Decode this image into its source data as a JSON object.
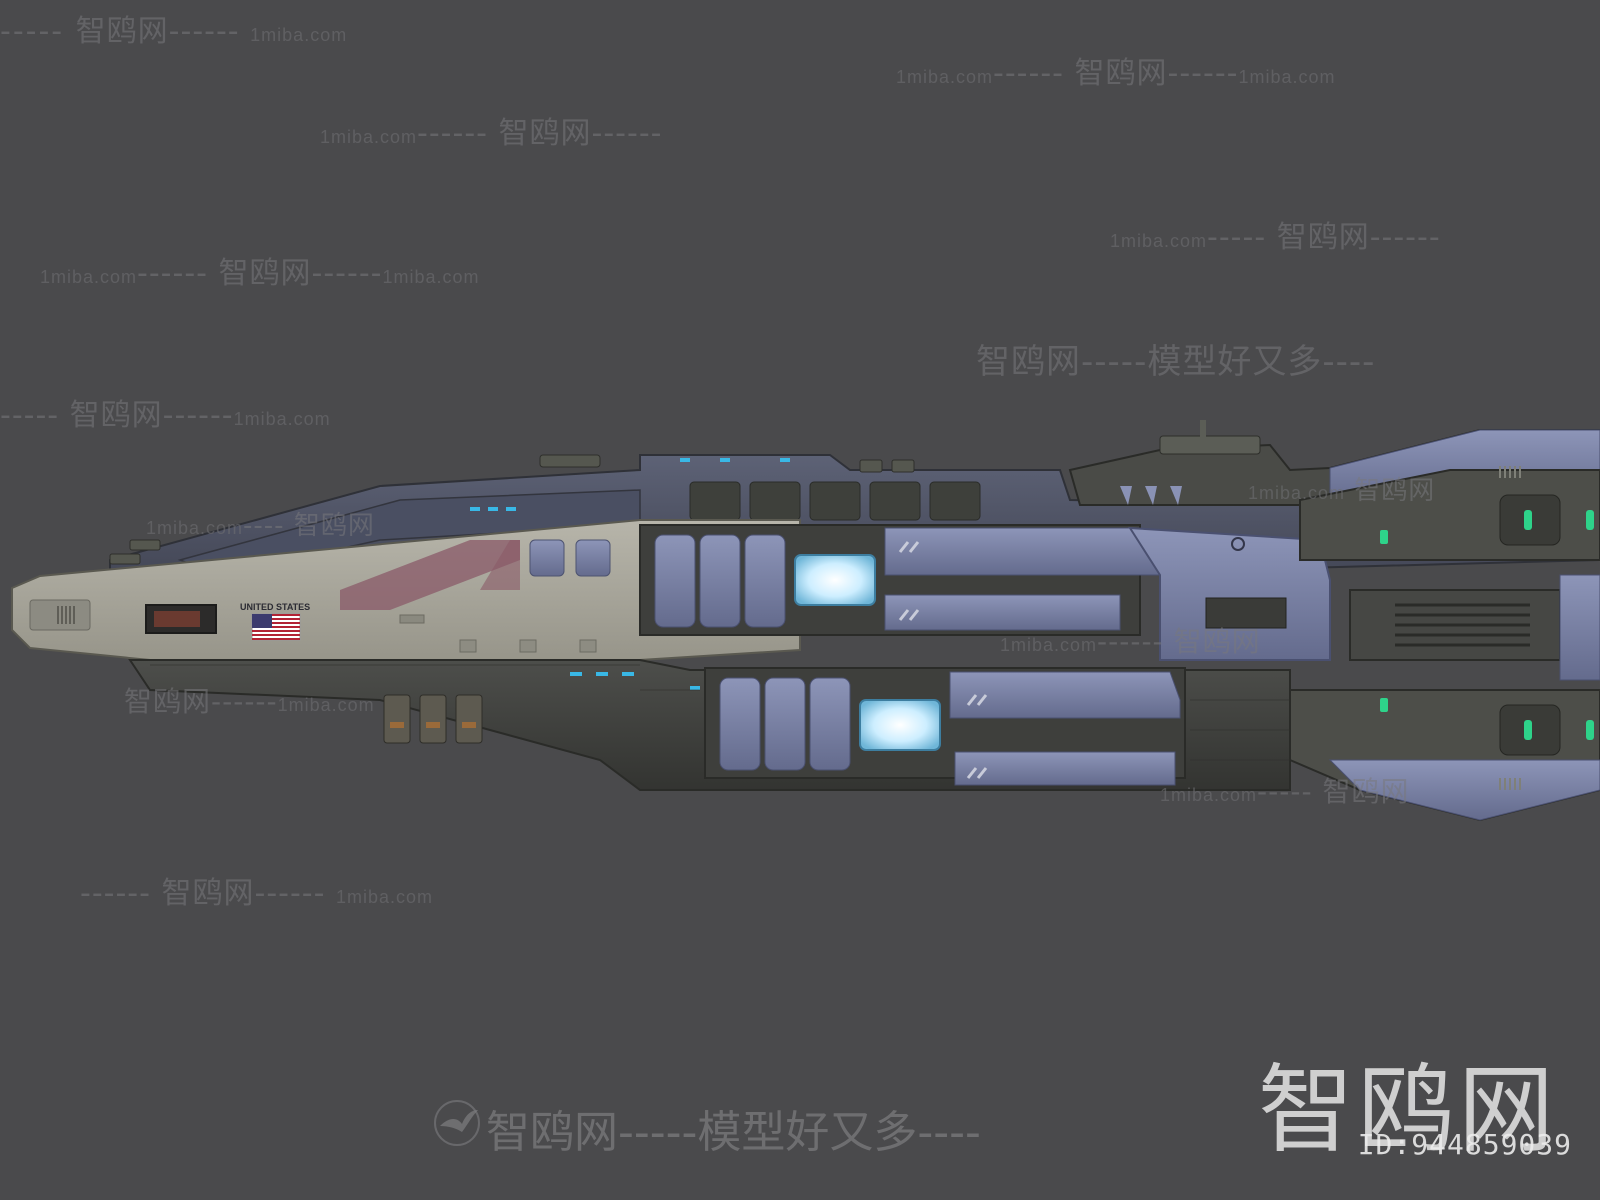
{
  "watermarks": {
    "site_cn": "智鸥网",
    "site_en": "1miba.com",
    "slogan": "智鸥网-----模型好又多----",
    "big_logo": "智鸥网",
    "id_text": "ID:944859039"
  },
  "ship": {
    "hull_text": "UNITED STATES",
    "flag": "us-flag",
    "colors": {
      "hull_light": "#a9a79c",
      "hull_dark": "#3f403d",
      "panel_blue": "#6b7396",
      "panel_blue_light": "#8a92b5",
      "engine_glow": "#d8f4ff",
      "accent_cyan": "#39b8e6",
      "accent_green": "#2ed38a",
      "stripe_red": "#8a5a68"
    }
  }
}
